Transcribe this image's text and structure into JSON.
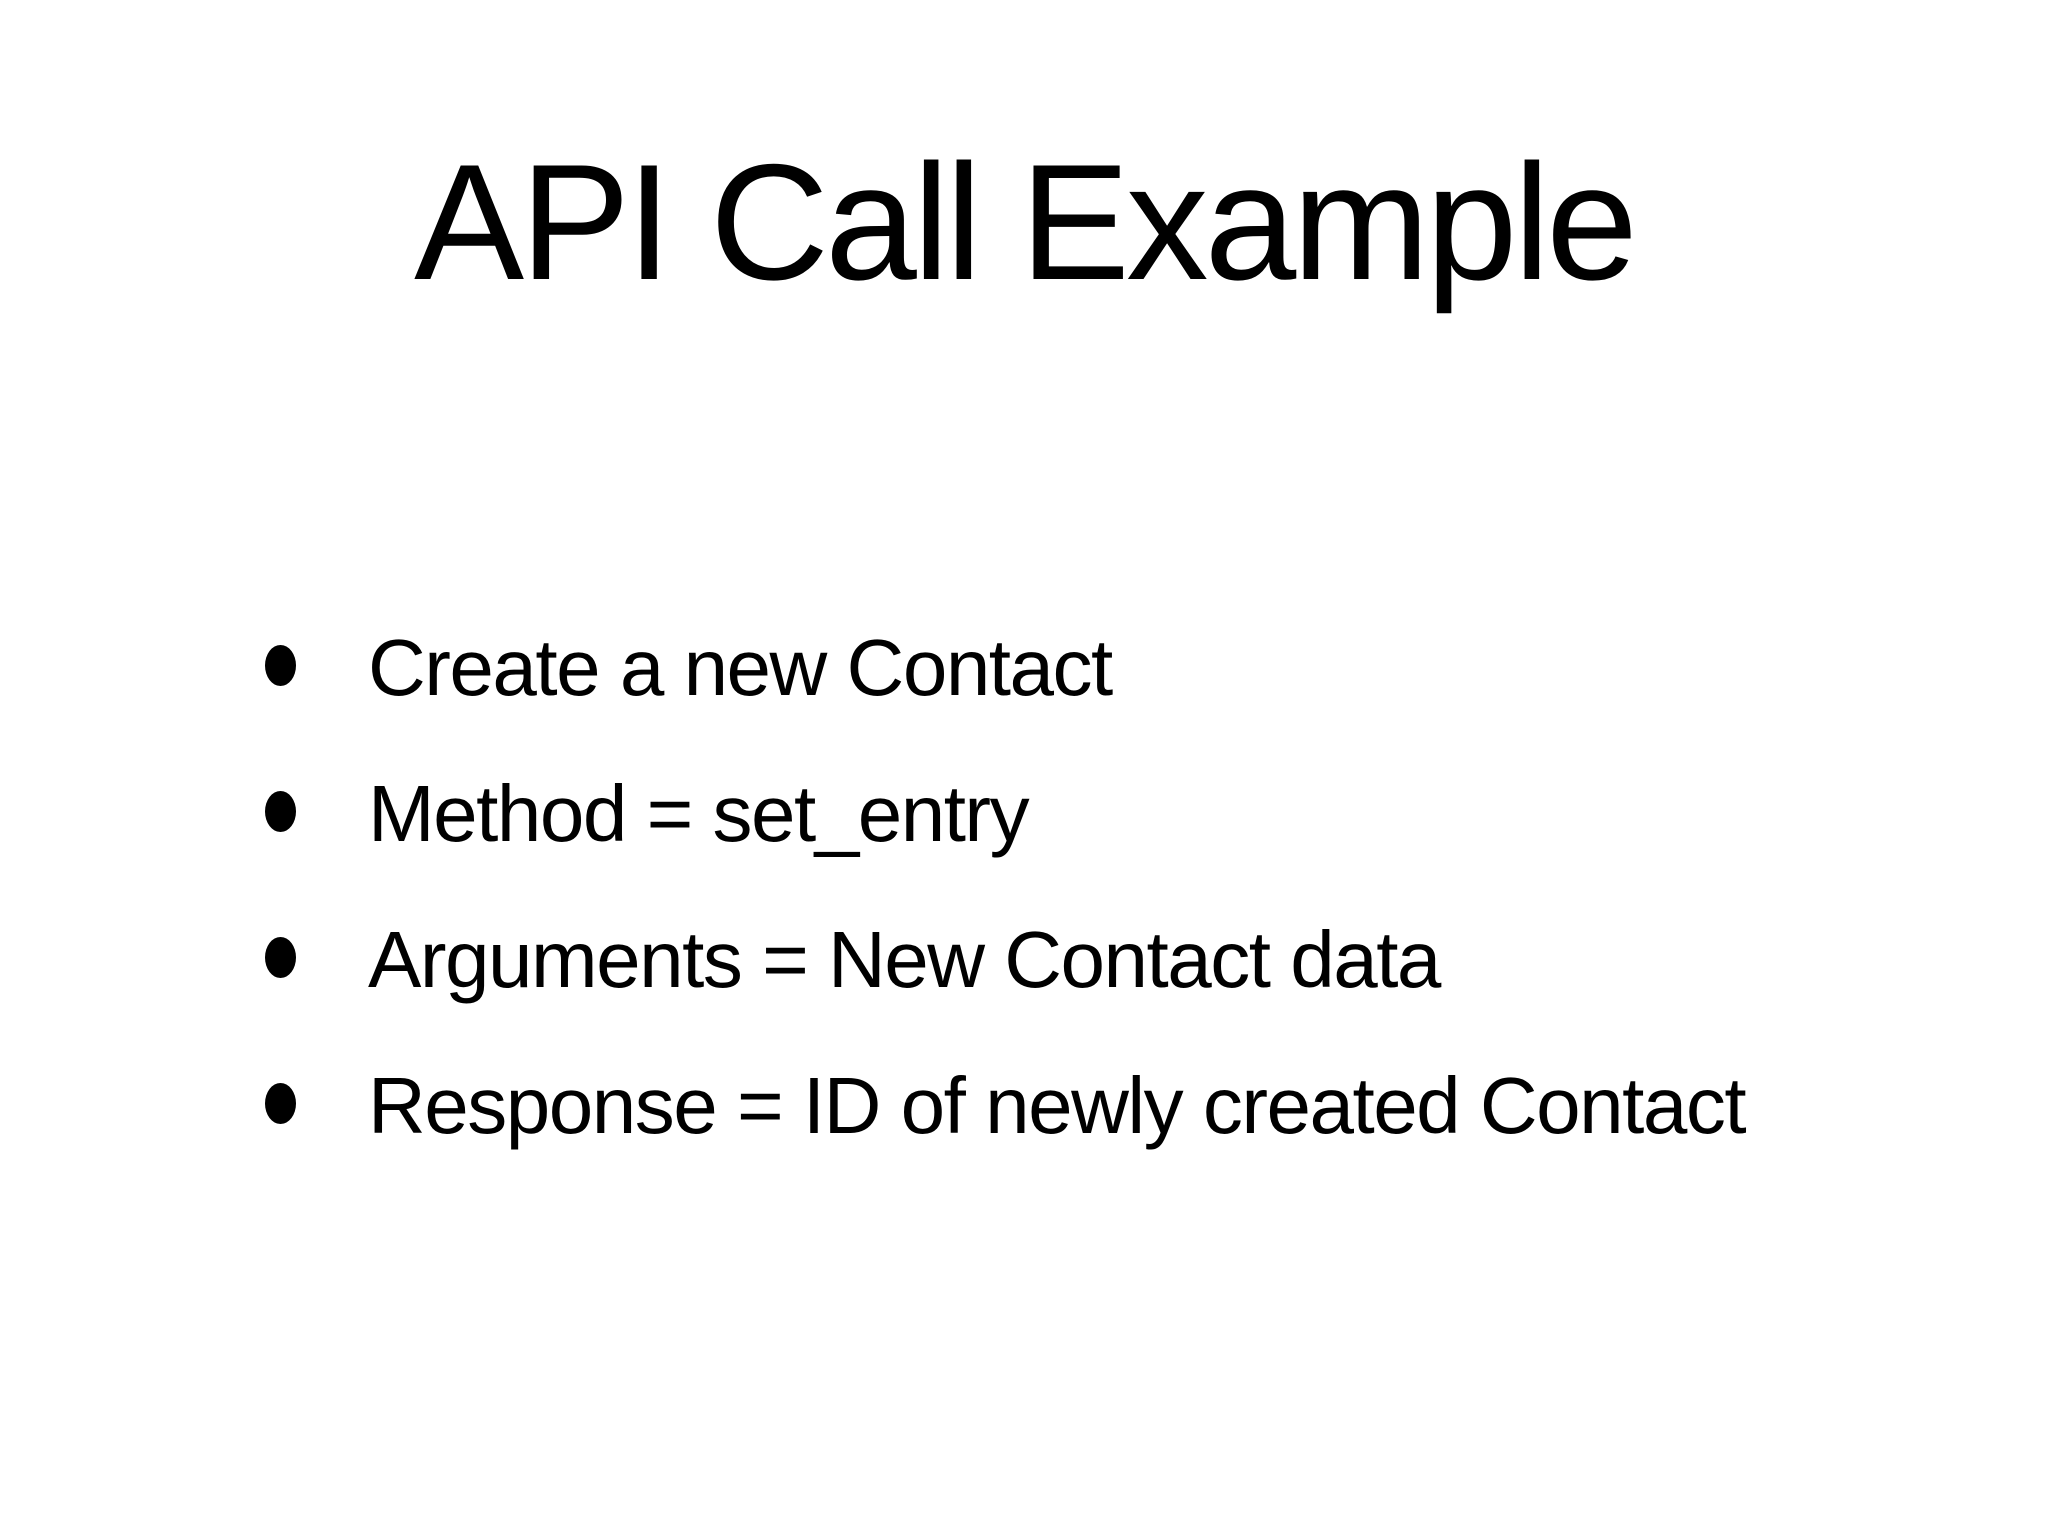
{
  "theme": {
    "background": "#ffffff",
    "text_color": "#000000"
  },
  "slide": {
    "title": "API Call Example",
    "bullets": [
      "Create a new Contact",
      "Method = set_entry",
      "Arguments = New Contact data",
      "Response = ID of newly created Contact"
    ]
  }
}
